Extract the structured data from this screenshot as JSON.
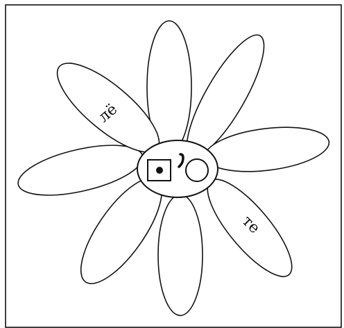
{
  "petals": [
    {
      "label": "лё"
    },
    {
      "label": ""
    },
    {
      "label": ""
    },
    {
      "label": ""
    },
    {
      "label": "те"
    },
    {
      "label": ""
    },
    {
      "label": ""
    },
    {
      "label": ""
    }
  ],
  "center": {
    "symbols": [
      "square-with-dot",
      "apostrophe",
      "circle"
    ]
  },
  "colors": {
    "stroke": "#111111",
    "background": "#ffffff"
  }
}
